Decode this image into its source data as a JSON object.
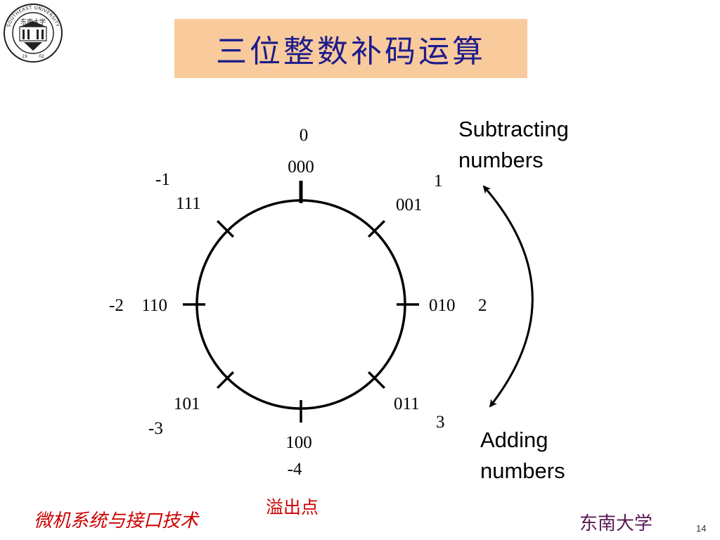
{
  "slide": {
    "title": "三位整数补码运算",
    "footer_course": "微机系统与接口技术",
    "footer_university": "东南大学",
    "page_number": "14",
    "overflow_label": "溢出点"
  },
  "logo": {
    "text_top": "SOUTHEAST UNIVERSITY",
    "text_center": "东南大学",
    "year_left": "19",
    "year_right": "02"
  },
  "wheel": {
    "positions": [
      {
        "binary": "000",
        "decimal": "0"
      },
      {
        "binary": "001",
        "decimal": "1"
      },
      {
        "binary": "010",
        "decimal": "2"
      },
      {
        "binary": "011",
        "decimal": "3"
      },
      {
        "binary": "100",
        "decimal": "-4"
      },
      {
        "binary": "101",
        "decimal": "-3"
      },
      {
        "binary": "110",
        "decimal": "-2"
      },
      {
        "binary": "111",
        "decimal": "-1"
      }
    ]
  },
  "arrows": {
    "subtract_line1": "Subtracting",
    "subtract_line2": "numbers",
    "add_line1": "Adding",
    "add_line2": "numbers"
  },
  "colors": {
    "title_bg": "#f9ca9c",
    "title_text": "#1c1c8c",
    "footer_red": "#cc0000",
    "university": "#5a1a55"
  }
}
